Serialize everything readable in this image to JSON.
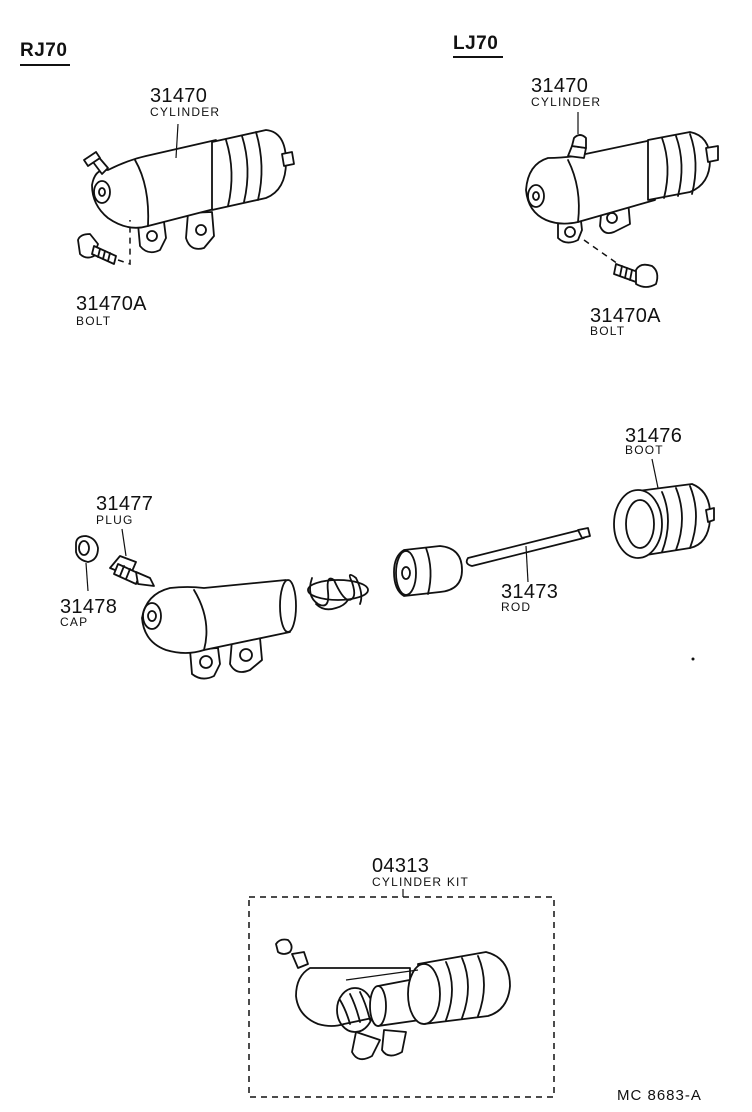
{
  "models": {
    "left": "RJ70",
    "right": "LJ70"
  },
  "parts": {
    "cyl_rj70": {
      "number": "31470",
      "name": "CYLINDER"
    },
    "bolt_rj70": {
      "number": "31470A",
      "name": "BOLT"
    },
    "cyl_lj70": {
      "number": "31470",
      "name": "CYLINDER"
    },
    "bolt_lj70": {
      "number": "31470A",
      "name": "BOLT"
    },
    "boot": {
      "number": "31476",
      "name": "BOOT"
    },
    "plug": {
      "number": "31477",
      "name": "PLUG"
    },
    "cap": {
      "number": "31478",
      "name": "CAP"
    },
    "rod": {
      "number": "31473",
      "name": "ROD"
    },
    "kit": {
      "number": "04313",
      "name": "CYLINDER KIT"
    }
  },
  "reference_code": "MC  8683-A"
}
